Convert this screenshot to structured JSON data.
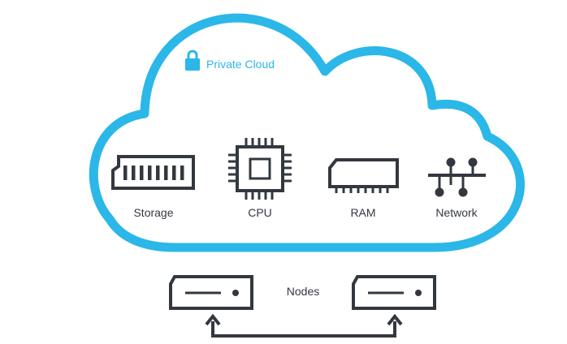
{
  "cloud": {
    "title": "Private Cloud",
    "color": "#2bb7e8"
  },
  "components": [
    {
      "label": "Storage",
      "icon": "storage-icon"
    },
    {
      "label": "CPU",
      "icon": "cpu-icon"
    },
    {
      "label": "RAM",
      "icon": "ram-icon"
    },
    {
      "label": "Network",
      "icon": "network-icon"
    }
  ],
  "nodes": {
    "label": "Nodes",
    "icon": "server-icon"
  },
  "colors": {
    "icon": "#333840",
    "cloud": "#2bb7e8"
  }
}
